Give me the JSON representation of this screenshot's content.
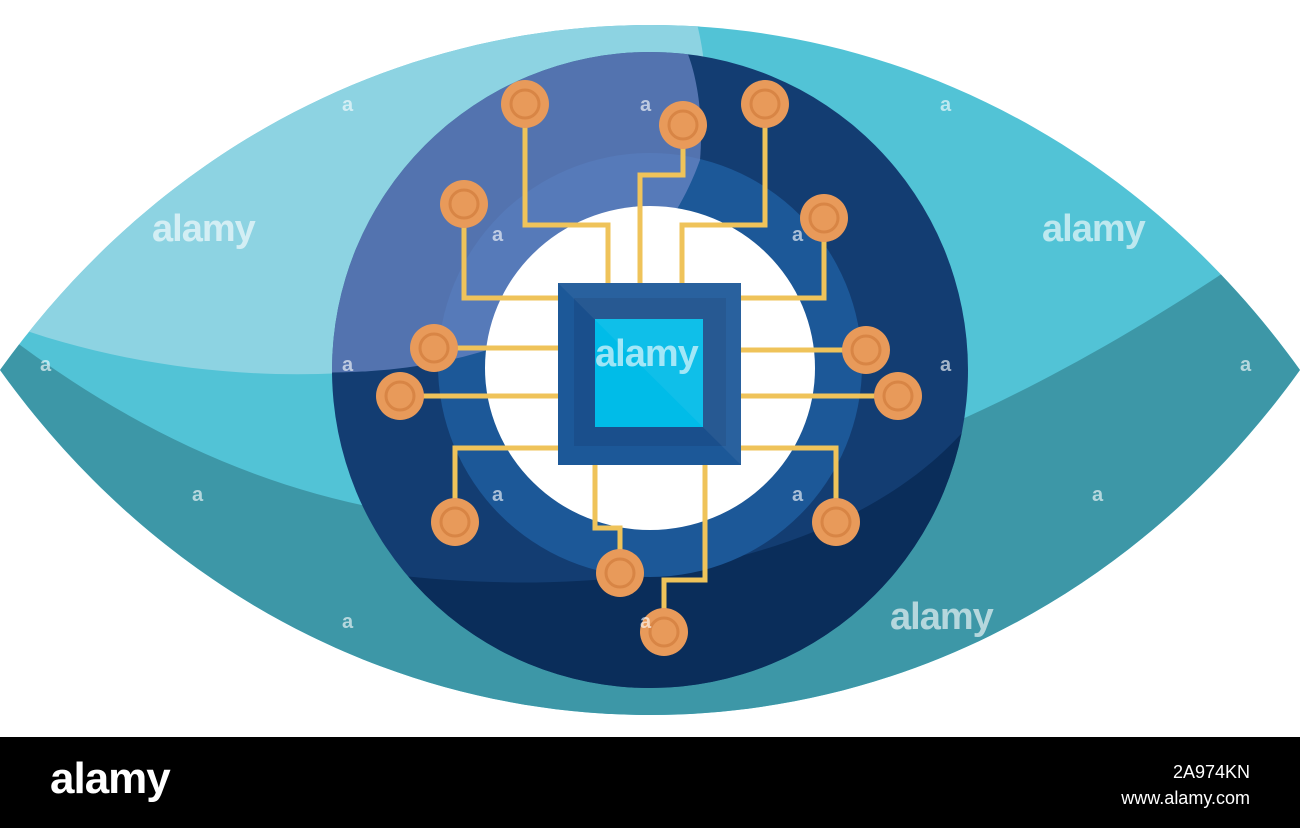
{
  "illustration": {
    "subject": "eye-with-circuit-chip-icon",
    "colors": {
      "eye_light": "#52C3D6",
      "eye_highlight": "#8DD3E2",
      "eye_shadow": "#3D97A7",
      "iris_outer": "#133D72",
      "iris_shadow": "#0A2D5A",
      "iris_ring": "#1C5898",
      "iris_highlight": "#6A86C4",
      "pupil": "#FFFFFF",
      "chip_body": "#1C5898",
      "chip_core": "#00BCE8",
      "circuit_trace": "#EFC35A",
      "circuit_node": "#E89A5A"
    }
  },
  "watermark": {
    "brand": "alamy",
    "tile_letter": "a"
  },
  "footer": {
    "logo": "alamy",
    "image_id": "2A974KN",
    "url": "www.alamy.com"
  }
}
